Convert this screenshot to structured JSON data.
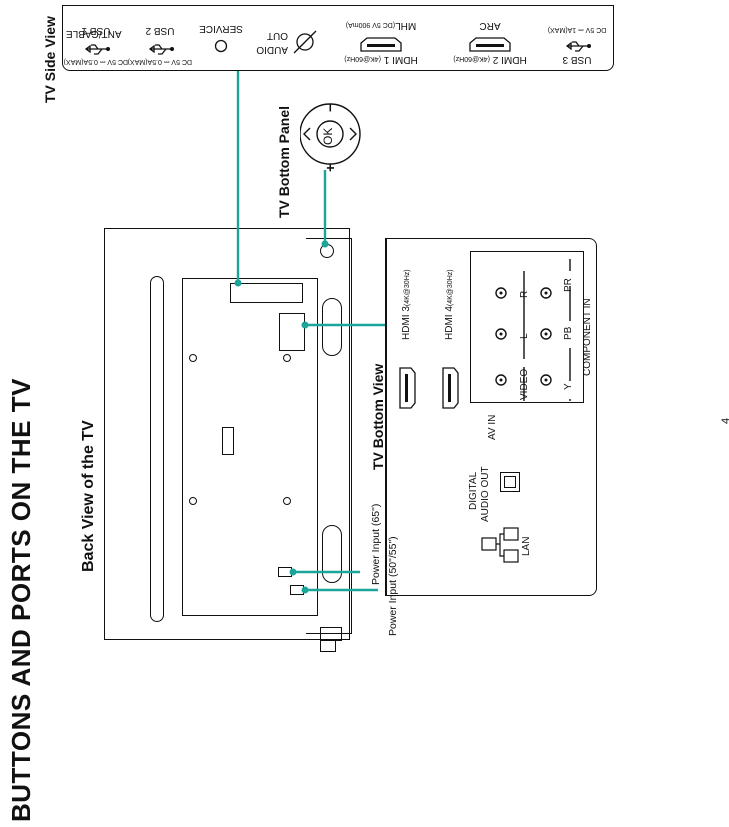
{
  "page": {
    "title": "BUTTONS AND PORTS ON THE TV",
    "page_number": "4"
  },
  "side_view": {
    "heading": "TV Side View",
    "ports": {
      "usb3": "USB 3",
      "usb3_rating": "DC 5V ⎓ 1A(MAX)",
      "hdmi2": "HDMI 2",
      "hdmi2_spec": "(4K@60Hz)",
      "arc": "ARC",
      "hdmi1": "HDMI 1",
      "hdmi1_spec": "(4K@60Hz)",
      "mhl": "MHL",
      "mhl_spec": "(DC 5V 900mA)",
      "audio_out_1": "AUDIO",
      "audio_out_2": "OUT",
      "service": "SERVICE",
      "usb2": "USB 2",
      "usb2_rating": "DC 5V ⎓ 0.5A(MAX)",
      "usb1": "USB 1",
      "usb1_rating": "DC 5V ⎓ 0.5A(MAX)",
      "ant": "ANT/CABLE"
    }
  },
  "bottom_panel": {
    "heading": "TV Bottom Panel",
    "minus": "−",
    "plus": "+",
    "ok": "OK"
  },
  "back_view": {
    "heading": "Back View of the TV",
    "power_65": "Power Input (65\")",
    "power_50_55": "Power Input (50\"/55\")"
  },
  "bottom_view": {
    "heading": "TV Bottom View",
    "hdmi3": "HDMI 3",
    "hdmi3_spec": "(4K@30Hz)",
    "hdmi4": "HDMI 4",
    "hdmi4_spec": "(4K@30Hz)",
    "av_in": "AV IN",
    "video": "VIDEO",
    "l": "L",
    "r": "R",
    "y": "Y",
    "pb": "PB",
    "pr": "PR",
    "component_in": "COMPONENT IN",
    "digital_1": "DIGITAL",
    "digital_2": "AUDIO OUT",
    "lan": "LAN"
  },
  "colors": {
    "connector": "#1aa59a",
    "ink": "#111111"
  }
}
